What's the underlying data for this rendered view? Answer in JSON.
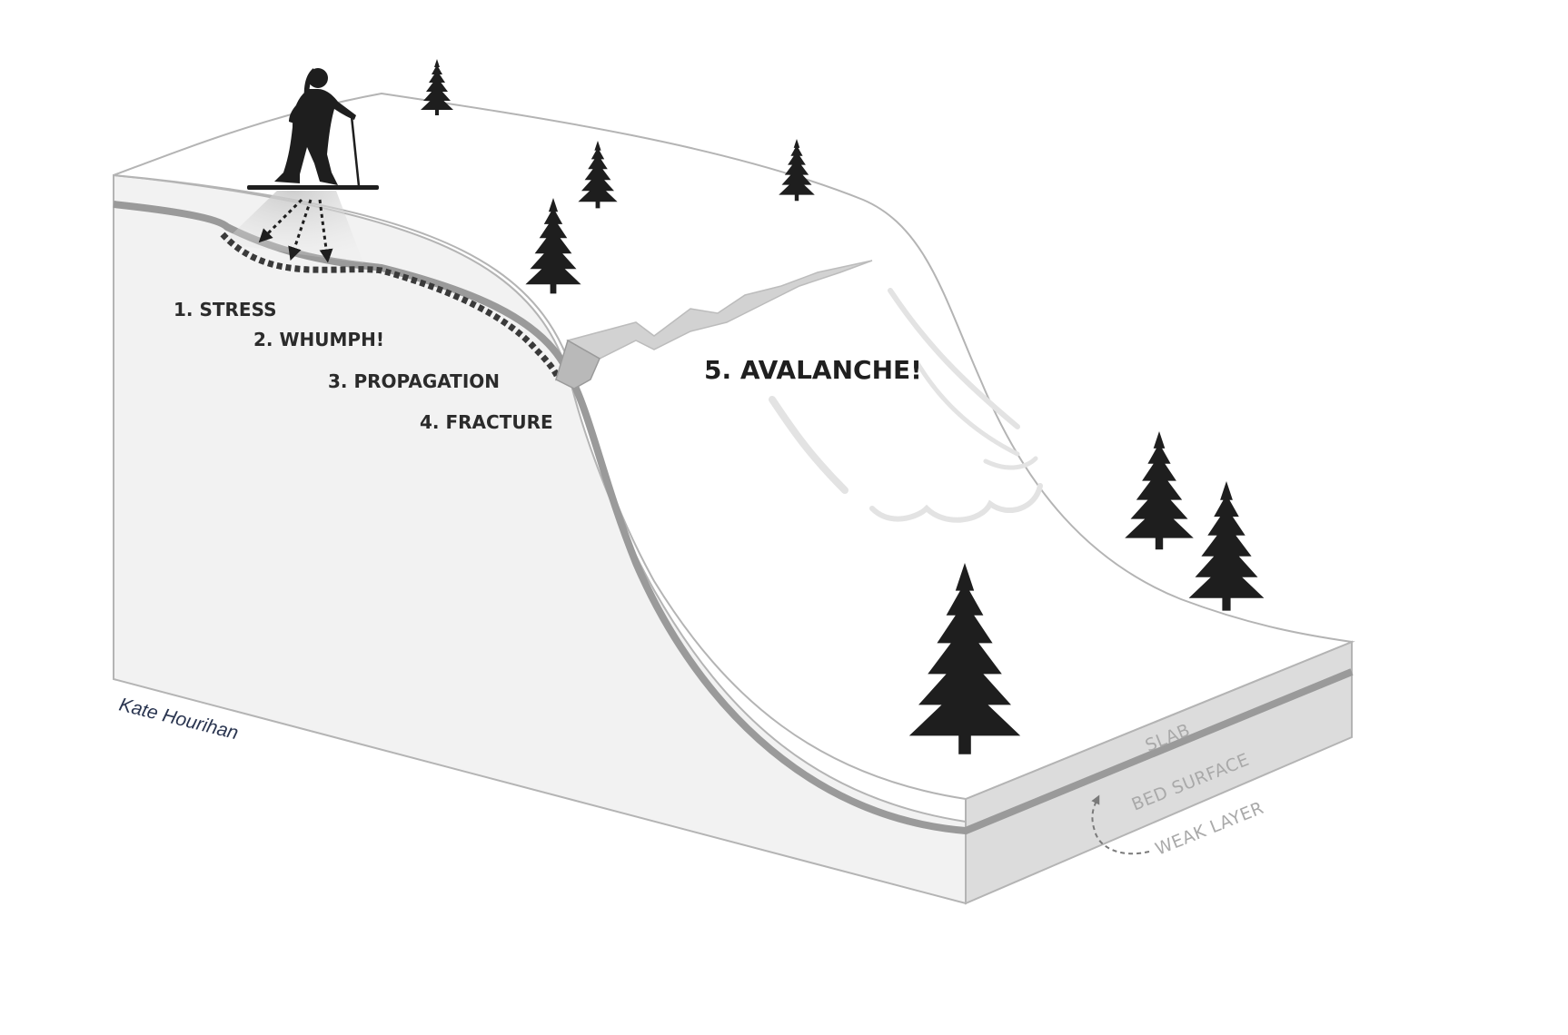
{
  "diagram": {
    "steps": [
      "1. STRESS",
      "2. WHUMPH!",
      "3. PROPAGATION",
      "4. FRACTURE",
      "5. AVALANCHE!"
    ],
    "layers": {
      "slab": "SLAB",
      "bed_surface": "BED SURFACE",
      "weak_layer": "WEAK LAYER"
    },
    "credit": "Kate Hourihan",
    "colors": {
      "block_side": "#f2f2f2",
      "block_front": "#dcdcdc",
      "snow_surface": "#ffffff",
      "outline": "#b4b4b4",
      "weak_layer": "#9a9a9a",
      "silhouette": "#1e1e1e",
      "label_grey": "#a9a9a9"
    },
    "icons": [
      "skier-icon",
      "tree-icon",
      "arrow-icon"
    ]
  }
}
